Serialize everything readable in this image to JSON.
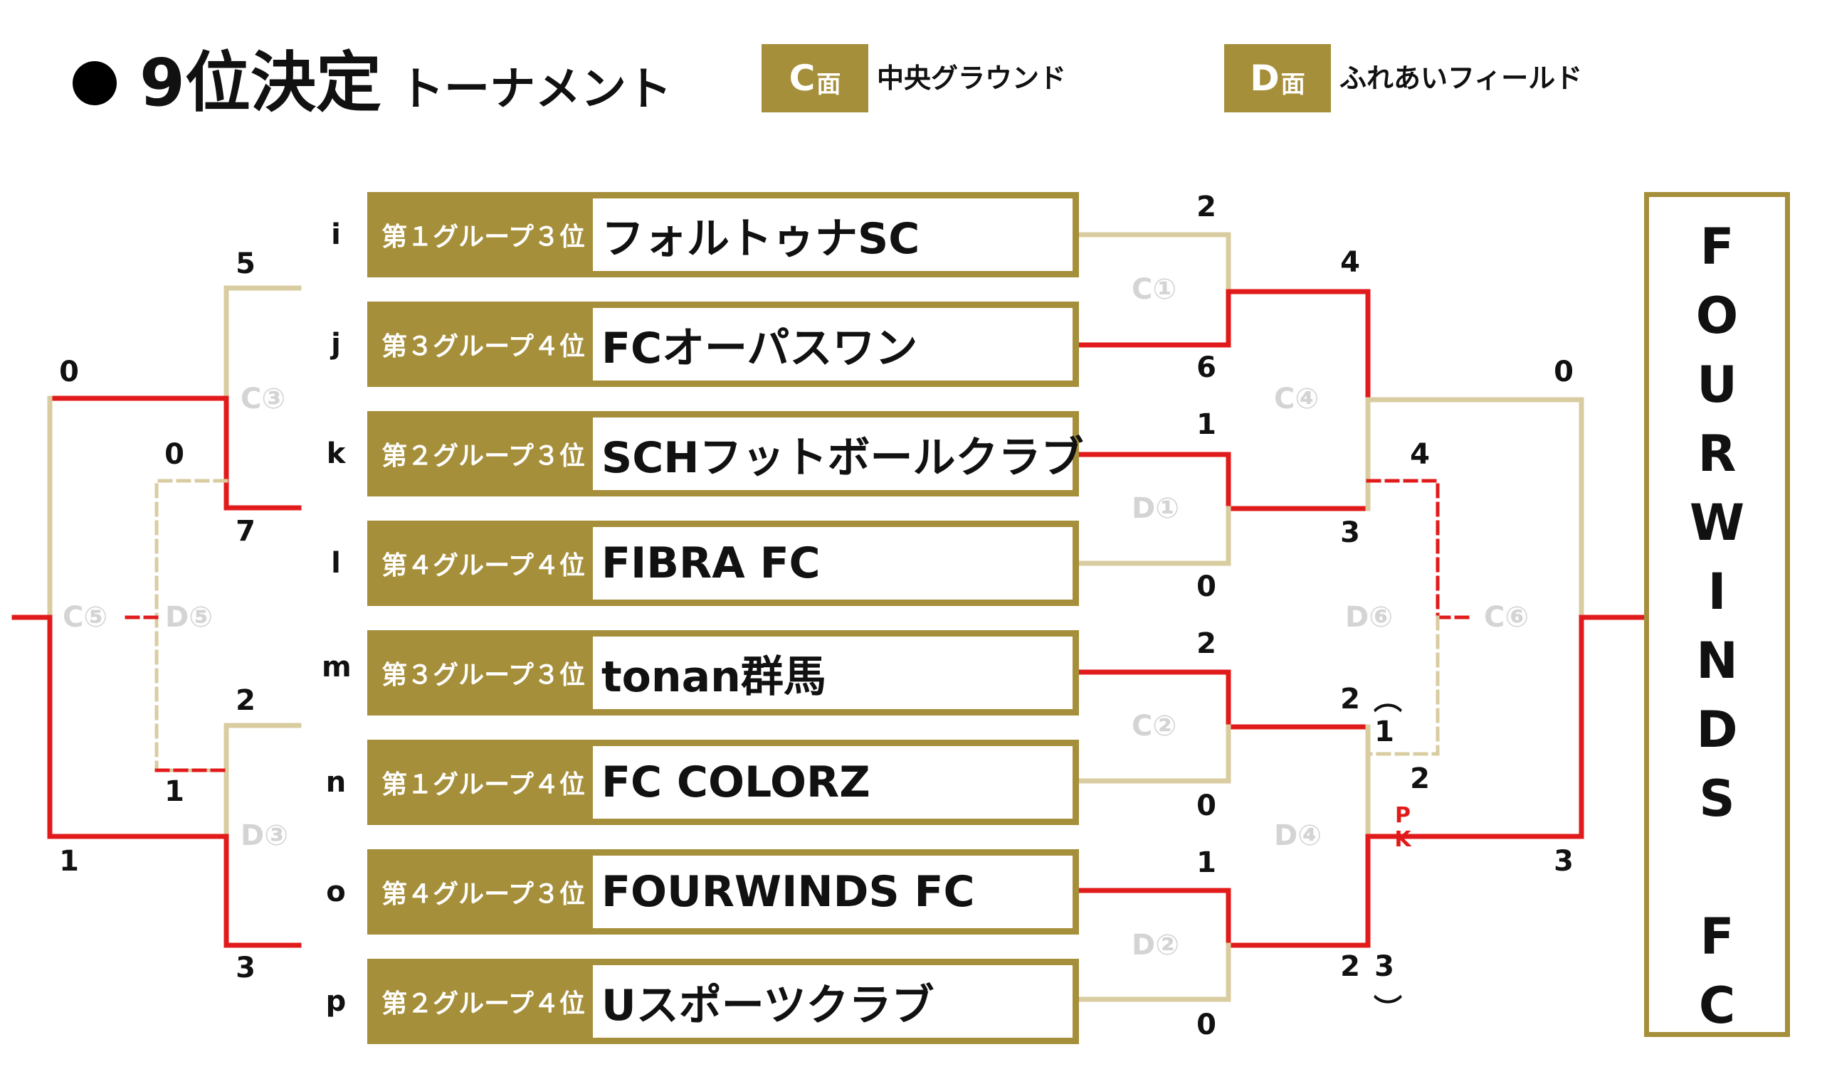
{
  "title": {
    "main": "9位決定",
    "sub": "トーナメント"
  },
  "legend": [
    {
      "code": "C",
      "suffix": "面",
      "label": "中央グラウンド"
    },
    {
      "code": "D",
      "suffix": "面",
      "label": "ふれあいフィールド"
    }
  ],
  "teams": [
    {
      "letter": "i",
      "rank": "第１グループ３位",
      "name": "フォルトゥナSC"
    },
    {
      "letter": "j",
      "rank": "第３グループ４位",
      "name": "FCオーパスワン"
    },
    {
      "letter": "k",
      "rank": "第２グループ３位",
      "name": "SCHフットボールクラブ"
    },
    {
      "letter": "l",
      "rank": "第４グループ４位",
      "name": "FIBRA FC"
    },
    {
      "letter": "m",
      "rank": "第３グループ３位",
      "name": "tonan群馬"
    },
    {
      "letter": "n",
      "rank": "第１グループ４位",
      "name": "FC COLORZ"
    },
    {
      "letter": "o",
      "rank": "第４グループ３位",
      "name": "FOURWINDS FC"
    },
    {
      "letter": "p",
      "rank": "第２グループ４位",
      "name": "Uスポーツクラブ"
    }
  ],
  "courts": {
    "c1": "C①",
    "c2": "C②",
    "c3": "C③",
    "c4": "C④",
    "c5": "C⑤",
    "c6": "C⑥",
    "d1": "D①",
    "d2": "D②",
    "d3": "D③",
    "d4": "D④",
    "d5": "D⑤",
    "d6": "D⑥"
  },
  "scores": {
    "r1_ij_i": "2",
    "r1_ij_j": "6",
    "r1_kl_k": "1",
    "r1_kl_l": "0",
    "r1_mn_m": "2",
    "r1_mn_n": "0",
    "r1_op_o": "1",
    "r1_op_p": "0",
    "sf_c4_top": "4",
    "sf_c4_bot": "3",
    "sf_d4_top": "2",
    "sf_d4_bot": "2",
    "sf_d4_pk_top": "1",
    "sf_d4_pk_bot": "3",
    "c6_top": "4",
    "c6_bot": "2",
    "final_top": "0",
    "final_bot": "3",
    "c3_top": "5",
    "c3_bot": "7",
    "d3_top": "2",
    "d3_bot": "3",
    "d5_top": "0",
    "d5_bot": "1",
    "c5_top": "0",
    "c5_bot": "1"
  },
  "pk": [
    "P",
    "K"
  ],
  "parens": {
    "open": "︶",
    "close": "︶"
  },
  "winner": [
    "F",
    "O",
    "U",
    "R",
    "W",
    "I",
    "N",
    "D",
    "S",
    "",
    "F",
    "C"
  ],
  "colors": {
    "gold": "#a68f3a",
    "win": "#e11b1b",
    "lose": "#d9cca0",
    "court": "#d4d4d4"
  }
}
